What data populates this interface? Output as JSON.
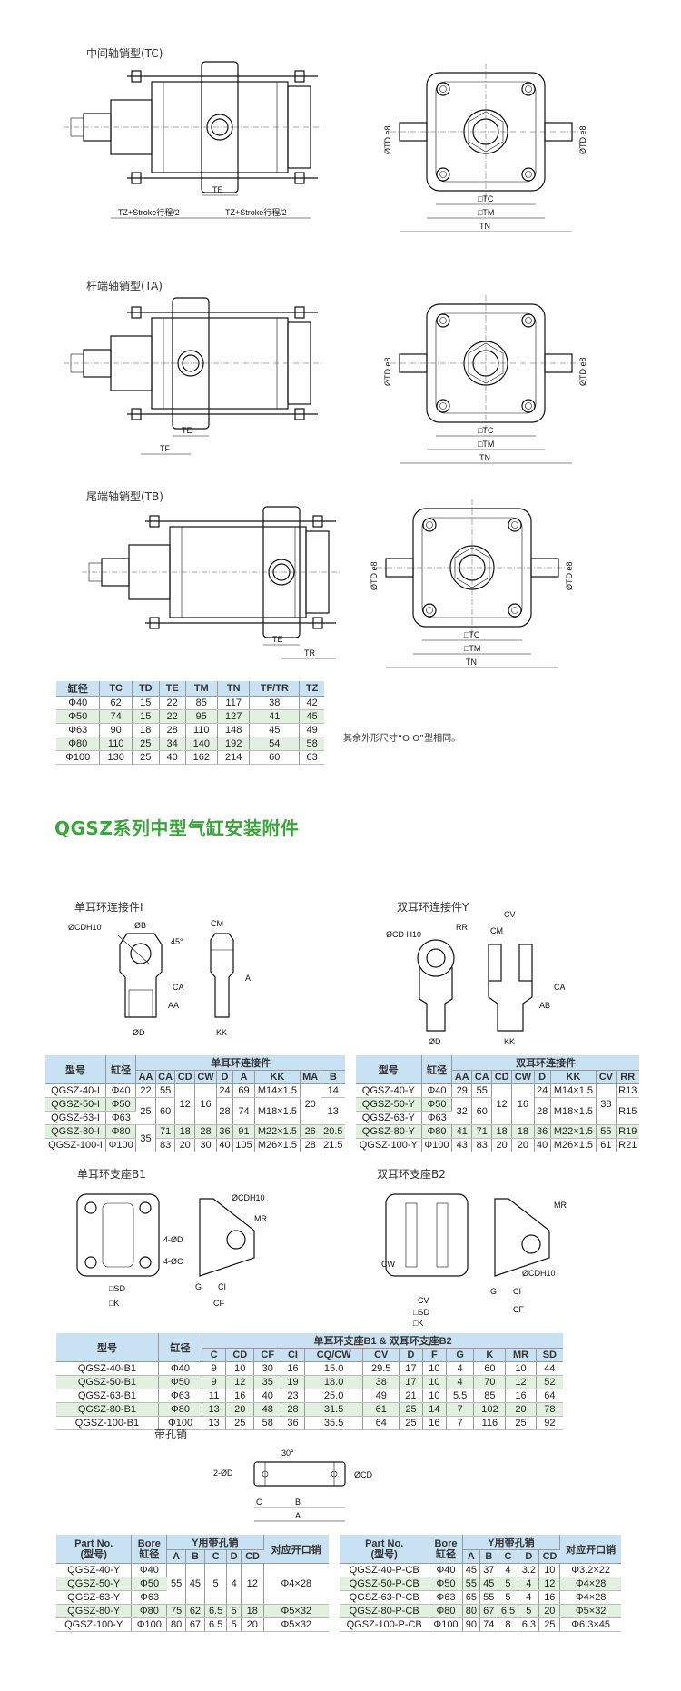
{
  "cylinder_types": [
    {
      "title": "中间轴销型(TC)",
      "dims": {
        "te": "TE",
        "half1": "TZ+Stroke行程/2",
        "half2": "TZ+Stroke行程/2",
        "tc": "□TC",
        "tm": "□TM",
        "tn": "TN",
        "td": "ØTD e8"
      }
    },
    {
      "title": "杆端轴销型(TA)",
      "dims": {
        "te": "TE",
        "tf": "TF",
        "tc": "□TC",
        "tm": "□TM",
        "tn": "TN",
        "td": "ØTD e8"
      }
    },
    {
      "title": "尾端轴销型(TB)",
      "dims": {
        "te": "TE",
        "tr": "TR",
        "tc": "□TC",
        "tm": "□TM",
        "tn": "TN",
        "td": "ØTD e8"
      }
    }
  ],
  "table_trunnion": {
    "head": {
      "left": [
        "缸径",
        "TC",
        "TD",
        "TE",
        "TM",
        "TN",
        "TF/TR",
        "TZ"
      ]
    },
    "rows": [
      [
        "Φ40",
        "62",
        "15",
        "22",
        "85",
        "117",
        "38",
        "42"
      ],
      [
        "Φ50",
        "74",
        "15",
        "22",
        "95",
        "127",
        "41",
        "45"
      ],
      [
        "Φ63",
        "90",
        "18",
        "28",
        "110",
        "148",
        "45",
        "49"
      ],
      [
        "Φ80",
        "110",
        "25",
        "34",
        "140",
        "192",
        "54",
        "58"
      ],
      [
        "Φ100",
        "130",
        "25",
        "40",
        "162",
        "214",
        "60",
        "63"
      ]
    ]
  },
  "note": "其余外形尺寸“O O”型相同。",
  "section_title": "QGSZ系列中型气缸安装附件",
  "single_clevis": {
    "title": "单耳环连接件I",
    "dims": [
      "ØCDH10",
      "ØB",
      "45°",
      "CM",
      "A",
      "CA",
      "AA",
      "ØD",
      "KK",
      "MA"
    ]
  },
  "double_clevis": {
    "title": "双耳环连接件Y",
    "dims": [
      "ØCD H10",
      "RR",
      "CV",
      "CM",
      "CA",
      "AB",
      "ØD",
      "KK"
    ]
  },
  "table_single_clevis": {
    "head": {
      "left": [
        "型号",
        "缸径"
      ],
      "group": "单耳环连接件",
      "sub": [
        "AA",
        "CA",
        "CD",
        "CW",
        "D",
        "A",
        "KK",
        "MA",
        "B"
      ]
    },
    "rows": [
      [
        "QGSZ-40-I",
        "Φ40",
        "22",
        "55",
        "12",
        "16",
        "24",
        "69",
        "M14×1.5",
        "20",
        "14"
      ],
      [
        "QGSZ-50-I",
        "Φ50",
        "25",
        "60",
        null,
        null,
        "28",
        "74",
        "M18×1.5",
        null,
        "13"
      ],
      [
        "QGSZ-63-I",
        "Φ63",
        null,
        null,
        null,
        null,
        null,
        null,
        null,
        null,
        null
      ],
      [
        "QGSZ-80-I",
        "Φ80",
        "35",
        "71",
        "18",
        "28",
        "36",
        "91",
        "M22×1.5",
        "26",
        "20.5"
      ],
      [
        "QGSZ-100-I",
        "Φ100",
        null,
        "83",
        "20",
        "30",
        "40",
        "105",
        "M26×1.5",
        "28",
        "21.5"
      ]
    ]
  },
  "table_double_clevis": {
    "head": {
      "left": [
        "型号",
        "缸径"
      ],
      "group": "双耳环连接件",
      "sub": [
        "AA",
        "CA",
        "CD",
        "CW",
        "D",
        "KK",
        "CV",
        "RR"
      ]
    },
    "rows": [
      [
        "QGSZ-40-Y",
        "Φ40",
        "29",
        "55",
        "12",
        "16",
        "24",
        "M14×1.5",
        "38",
        "R13"
      ],
      [
        "QGSZ-50-Y",
        "Φ50",
        "32",
        "60",
        null,
        null,
        "28",
        "M18×1.5",
        null,
        "R15"
      ],
      [
        "QGSZ-63-Y",
        "Φ63",
        null,
        null,
        null,
        null,
        null,
        null,
        null,
        null
      ],
      [
        "QGSZ-80-Y",
        "Φ80",
        "41",
        "71",
        "18",
        "18",
        "36",
        "M22×1.5",
        "55",
        "R19"
      ],
      [
        "QGSZ-100-Y",
        "Φ100",
        "43",
        "83",
        "20",
        "20",
        "40",
        "M26×1.5",
        "61",
        "R21"
      ]
    ]
  },
  "single_bracket": {
    "title": "单耳环支座B1",
    "dims": [
      "ØCDH10",
      "MR",
      "4-ØD",
      "4-ØC",
      "□SD",
      "□K",
      "CF",
      "G",
      "CI"
    ]
  },
  "double_bracket": {
    "title": "双耳环支座B2",
    "dims": [
      "MR",
      "ØCDH10",
      "CV",
      "CW",
      "□SD",
      "□K",
      "CF",
      "G",
      "CI"
    ]
  },
  "table_bracket": {
    "head": {
      "left": [
        "型号",
        "缸径"
      ],
      "group": "单耳环支座B1 & 双耳环支座B2",
      "sub": [
        "C",
        "CD",
        "CF",
        "CI",
        "CQ/CW",
        "CV",
        "D",
        "F",
        "G",
        "K",
        "MR",
        "SD"
      ]
    },
    "rows": [
      [
        "QGSZ-40-B1",
        "Φ40",
        "9",
        "10",
        "30",
        "16",
        "15.0",
        "29.5",
        "17",
        "10",
        "4",
        "60",
        "10",
        "44"
      ],
      [
        "QGSZ-50-B1",
        "Φ50",
        "9",
        "12",
        "35",
        "19",
        "18.0",
        "38",
        "17",
        "10",
        "4",
        "70",
        "12",
        "52"
      ],
      [
        "QGSZ-63-B1",
        "Φ63",
        "11",
        "16",
        "40",
        "23",
        "25.0",
        "49",
        "21",
        "10",
        "5.5",
        "85",
        "16",
        "64"
      ],
      [
        "QGSZ-80-B1",
        "Φ80",
        "13",
        "20",
        "48",
        "28",
        "31.5",
        "61",
        "25",
        "14",
        "7",
        "102",
        "20",
        "78"
      ],
      [
        "QGSZ-100-B1",
        "Φ100",
        "13",
        "25",
        "58",
        "36",
        "35.5",
        "64",
        "25",
        "16",
        "7",
        "116",
        "25",
        "92"
      ]
    ]
  },
  "pin": {
    "title": "带孔销",
    "dims": [
      "2-ØD",
      "30°",
      "ØCD",
      "C",
      "B",
      "A"
    ]
  },
  "table_pin_y": {
    "head": {
      "left": [
        "Part No.\n(型号)",
        "Bore\n缸径"
      ],
      "group": "Y用带孔销",
      "sub": [
        "A",
        "B",
        "C",
        "D",
        "CD"
      ],
      "right": [
        "对应开口销"
      ]
    },
    "rows": [
      [
        "QGSZ-40-Y",
        "Φ40",
        "55",
        "45",
        "5",
        "4",
        "12",
        "Φ4×28"
      ],
      [
        "QGSZ-50-Y",
        "Φ50",
        null,
        null,
        null,
        null,
        null,
        null
      ],
      [
        "QGSZ-63-Y",
        "Φ63",
        null,
        null,
        null,
        null,
        null,
        null
      ],
      [
        "QGSZ-80-Y",
        "Φ80",
        "75",
        "62",
        "6.5",
        "5",
        "18",
        "Φ5×32"
      ],
      [
        "QGSZ-100-Y",
        "Φ100",
        "80",
        "67",
        "6.5",
        "5",
        "20",
        "Φ5×32"
      ]
    ]
  },
  "table_pin_cb": {
    "head": {
      "left": [
        "Part No.\n(型号)",
        "Bore\n缸径"
      ],
      "group": "Y用带孔销",
      "sub": [
        "A",
        "B",
        "C",
        "D",
        "CD"
      ],
      "right": [
        "对应开口销"
      ]
    },
    "rows": [
      [
        "QGSZ-40-P-CB",
        "Φ40",
        "45",
        "37",
        "4",
        "3.2",
        "10",
        "Φ3.2×22"
      ],
      [
        "QGSZ-50-P-CB",
        "Φ50",
        "55",
        "45",
        "5",
        "4",
        "12",
        "Φ4×28"
      ],
      [
        "QGSZ-63-P-CB",
        "Φ63",
        "65",
        "55",
        "5",
        "4",
        "16",
        "Φ4×28"
      ],
      [
        "QGSZ-80-P-CB",
        "Φ80",
        "80",
        "67",
        "6.5",
        "5",
        "20",
        "Φ5×32"
      ],
      [
        "QGSZ-100-P-CB",
        "Φ100",
        "90",
        "74",
        "8",
        "6.3",
        "25",
        "Φ6.3×45"
      ]
    ]
  }
}
